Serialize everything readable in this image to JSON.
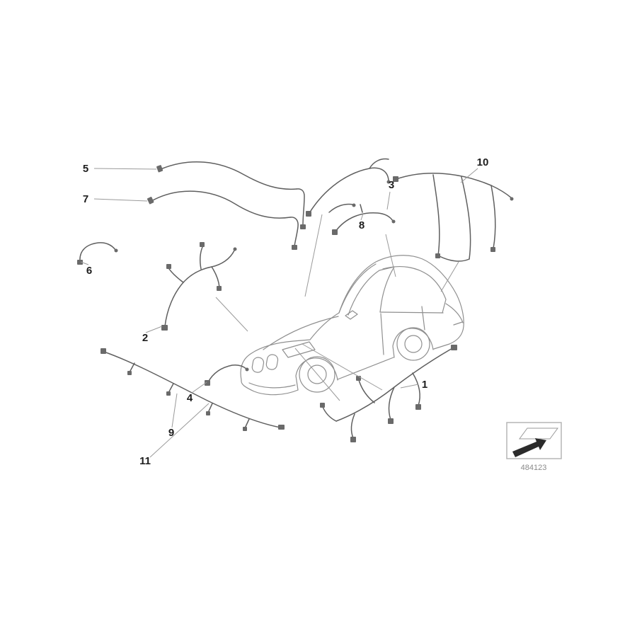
{
  "diagram": {
    "type": "vehicle-wiring-harness-parts-diagram",
    "figure_number": "484123",
    "callouts": [
      {
        "label": "5"
      },
      {
        "label": "7"
      },
      {
        "label": "6"
      },
      {
        "label": "2"
      },
      {
        "label": "4"
      },
      {
        "label": "9"
      },
      {
        "label": "11"
      },
      {
        "label": "3"
      },
      {
        "label": "10"
      },
      {
        "label": "8"
      },
      {
        "label": "1"
      }
    ],
    "colors": {
      "background": "#ffffff",
      "car_line_art": "#8f8f8f",
      "harness_line": "#5f5f5f",
      "leader_line": "#9a9a9a",
      "callout_text": "#1d1d1d",
      "figure_number_text": "#8a8a8a",
      "arrow_icon": "#2b2b2b"
    }
  }
}
